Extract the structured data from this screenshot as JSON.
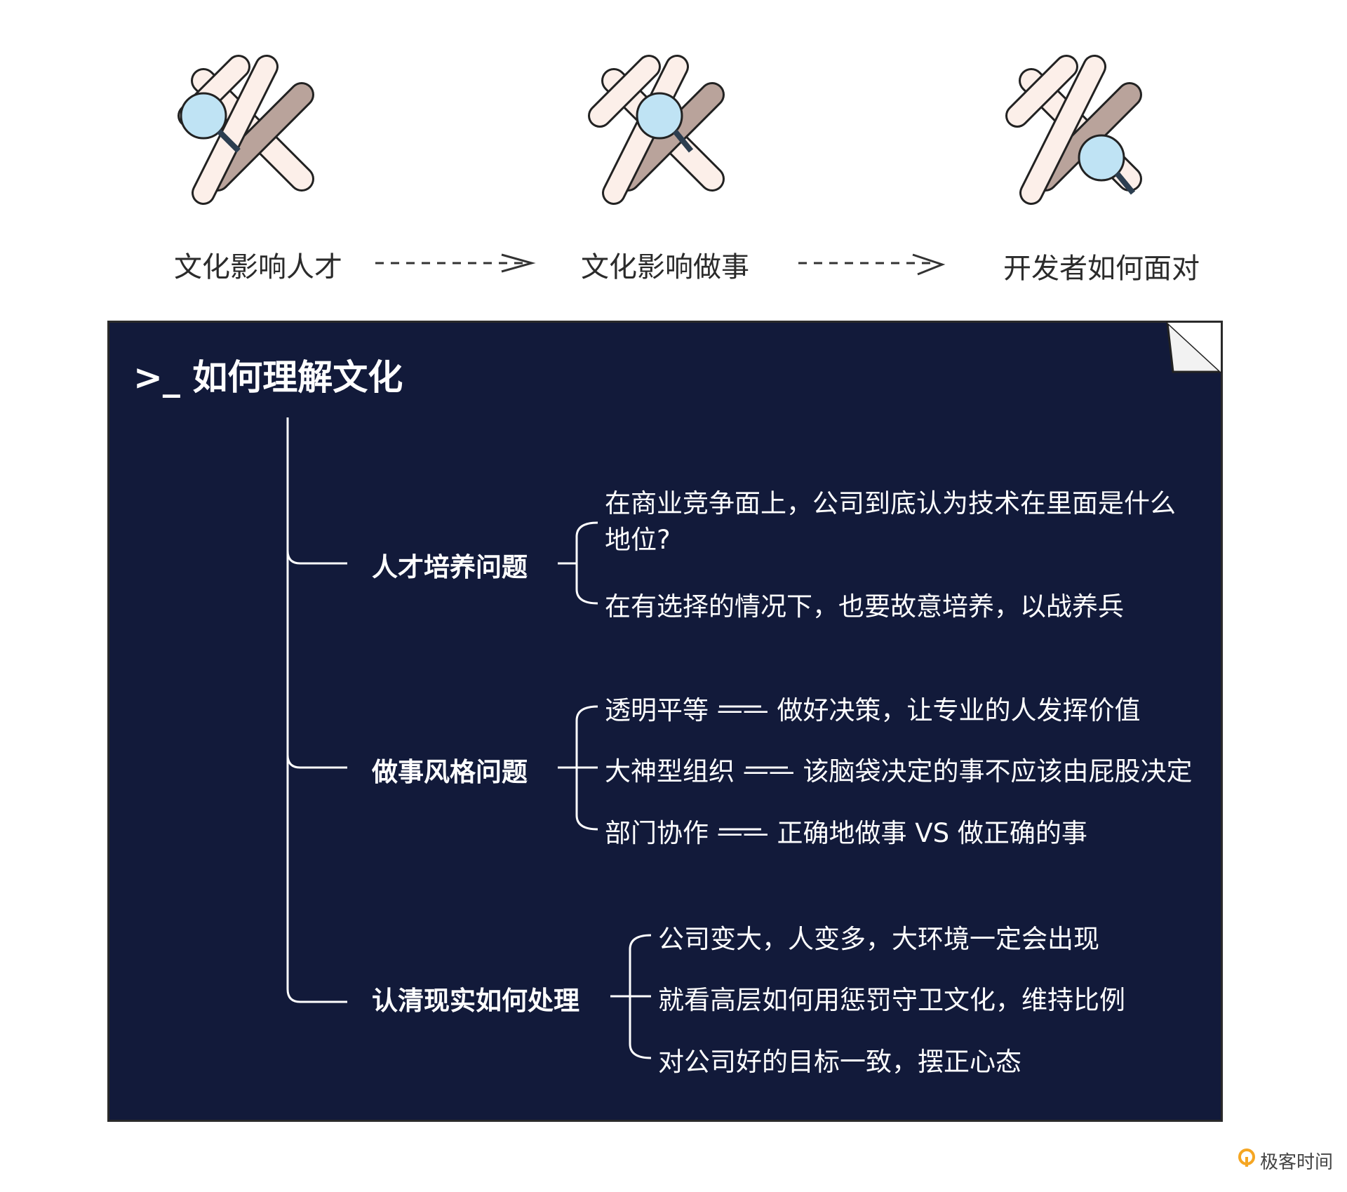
{
  "flow": {
    "steps": [
      "文化影响人才",
      "文化影响做事",
      "开发者如何面对"
    ]
  },
  "panel": {
    "title": ">_ 如何理解文化",
    "branches": [
      {
        "label": "人才培养问题",
        "items": [
          "在商业竞争面上，公司到底认为技术在里面是什么地位?",
          "在有选择的情况下，也要故意培养，以战养兵"
        ]
      },
      {
        "label": "做事风格问题",
        "items": [
          "透明平等 —— 做好决策，让专业的人发挥价值",
          "大神型组织 —— 该脑袋决定的事不应该由屁股决定",
          "部门协作 —— 正确地做事 VS 做正确的事"
        ]
      },
      {
        "label": "认清现实如何处理",
        "items": [
          "公司变大，人变多，大环境一定会出现",
          "就看高层如何用惩罚守卫文化，维持比例",
          "对公司好的目标一致，摆正心态"
        ]
      }
    ]
  },
  "watermark": "极客时间",
  "colors": {
    "panel_bg": "#121a3a",
    "bone_light": "#fcefe9",
    "bone_dark": "#b9a39b",
    "magnifier": "#bfe3f4"
  }
}
